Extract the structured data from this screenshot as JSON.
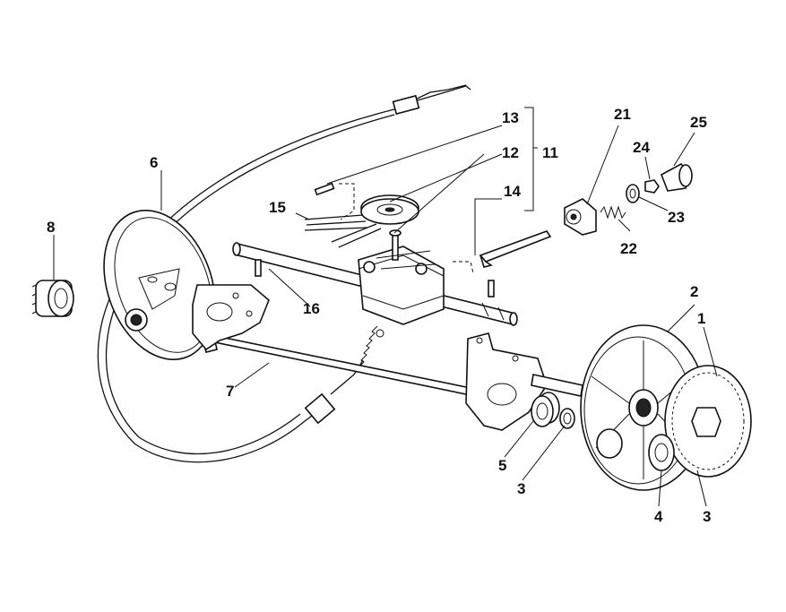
{
  "callouts": {
    "c1": "1",
    "c2": "2",
    "c3a": "3",
    "c3b": "3",
    "c4": "4",
    "c5": "5",
    "c6": "6",
    "c7": "7",
    "c8": "8",
    "c11": "11",
    "c12": "12",
    "c13": "13",
    "c14": "14",
    "c15": "15",
    "c16": "16",
    "c21": "21",
    "c22": "22",
    "c23": "23",
    "c24": "24",
    "c25": "25"
  },
  "colors": {
    "ink": "#111111",
    "background": "#ffffff"
  }
}
